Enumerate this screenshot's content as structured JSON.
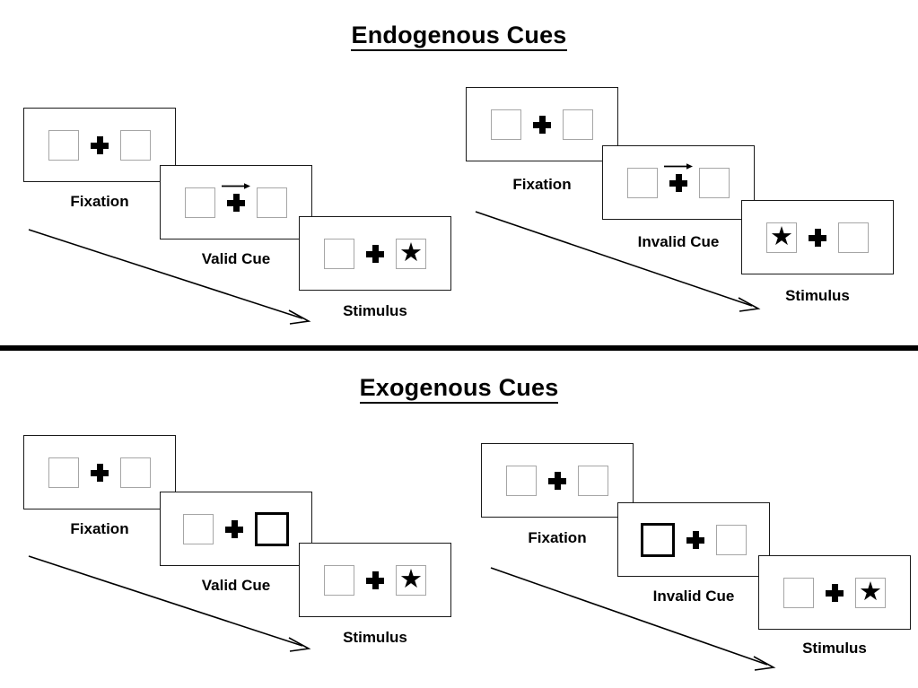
{
  "figure": {
    "title_endogenous": "Endogenous Cues",
    "title_exogenous": "Exogenous Cues",
    "colors": {
      "frame_border": "#1a1a1a",
      "box_border": "#a6a6a6",
      "cue_border": "#000000",
      "stimulus": "#000000",
      "background": "#ffffff",
      "divider": "#000000"
    }
  },
  "sections": [
    {
      "id": "endogenous",
      "title": "Endogenous Cues",
      "cue_type": "central-arrow",
      "panels": [
        {
          "id": "endogenous-valid",
          "condition": "Valid",
          "frames": [
            {
              "label": "Fixation",
              "left_box": "empty",
              "right_box": "empty",
              "cue": "none",
              "arrow": "none"
            },
            {
              "label": "Valid Cue",
              "left_box": "empty",
              "right_box": "empty",
              "cue": "arrow-right",
              "arrow": "right"
            },
            {
              "label": "Stimulus",
              "left_box": "empty",
              "right_box": "star",
              "cue": "none",
              "arrow": "none"
            }
          ],
          "time_arrow": "diagonal-down-right"
        },
        {
          "id": "endogenous-invalid",
          "condition": "Invalid",
          "frames": [
            {
              "label": "Fixation",
              "left_box": "empty",
              "right_box": "empty",
              "cue": "none",
              "arrow": "none"
            },
            {
              "label": "Invalid Cue",
              "left_box": "empty",
              "right_box": "empty",
              "cue": "arrow-right",
              "arrow": "right"
            },
            {
              "label": "Stimulus",
              "left_box": "star",
              "right_box": "empty",
              "cue": "none",
              "arrow": "none"
            }
          ],
          "time_arrow": "diagonal-down-right"
        }
      ]
    },
    {
      "id": "exogenous",
      "title": "Exogenous Cues",
      "cue_type": "peripheral-flash",
      "panels": [
        {
          "id": "exogenous-valid",
          "condition": "Valid",
          "frames": [
            {
              "label": "Fixation",
              "left_box": "empty",
              "right_box": "empty",
              "cue": "none",
              "arrow": "none"
            },
            {
              "label": "Valid Cue",
              "left_box": "empty",
              "right_box": "cued",
              "cue": "flash-right",
              "arrow": "none"
            },
            {
              "label": "Stimulus",
              "left_box": "empty",
              "right_box": "star",
              "cue": "none",
              "arrow": "none"
            }
          ],
          "time_arrow": "diagonal-down-right"
        },
        {
          "id": "exogenous-invalid",
          "condition": "Invalid",
          "frames": [
            {
              "label": "Fixation",
              "left_box": "empty",
              "right_box": "empty",
              "cue": "none",
              "arrow": "none"
            },
            {
              "label": "Invalid Cue",
              "left_box": "cued",
              "right_box": "empty",
              "cue": "flash-left",
              "arrow": "none"
            },
            {
              "label": "Stimulus",
              "left_box": "empty",
              "right_box": "star",
              "cue": "none",
              "arrow": "none"
            }
          ],
          "time_arrow": "diagonal-down-right"
        }
      ]
    }
  ],
  "labels": {
    "fixation": "Fixation",
    "valid_cue": "Valid Cue",
    "invalid_cue": "Invalid Cue",
    "stimulus": "Stimulus"
  },
  "glyphs": {
    "star": "★"
  }
}
